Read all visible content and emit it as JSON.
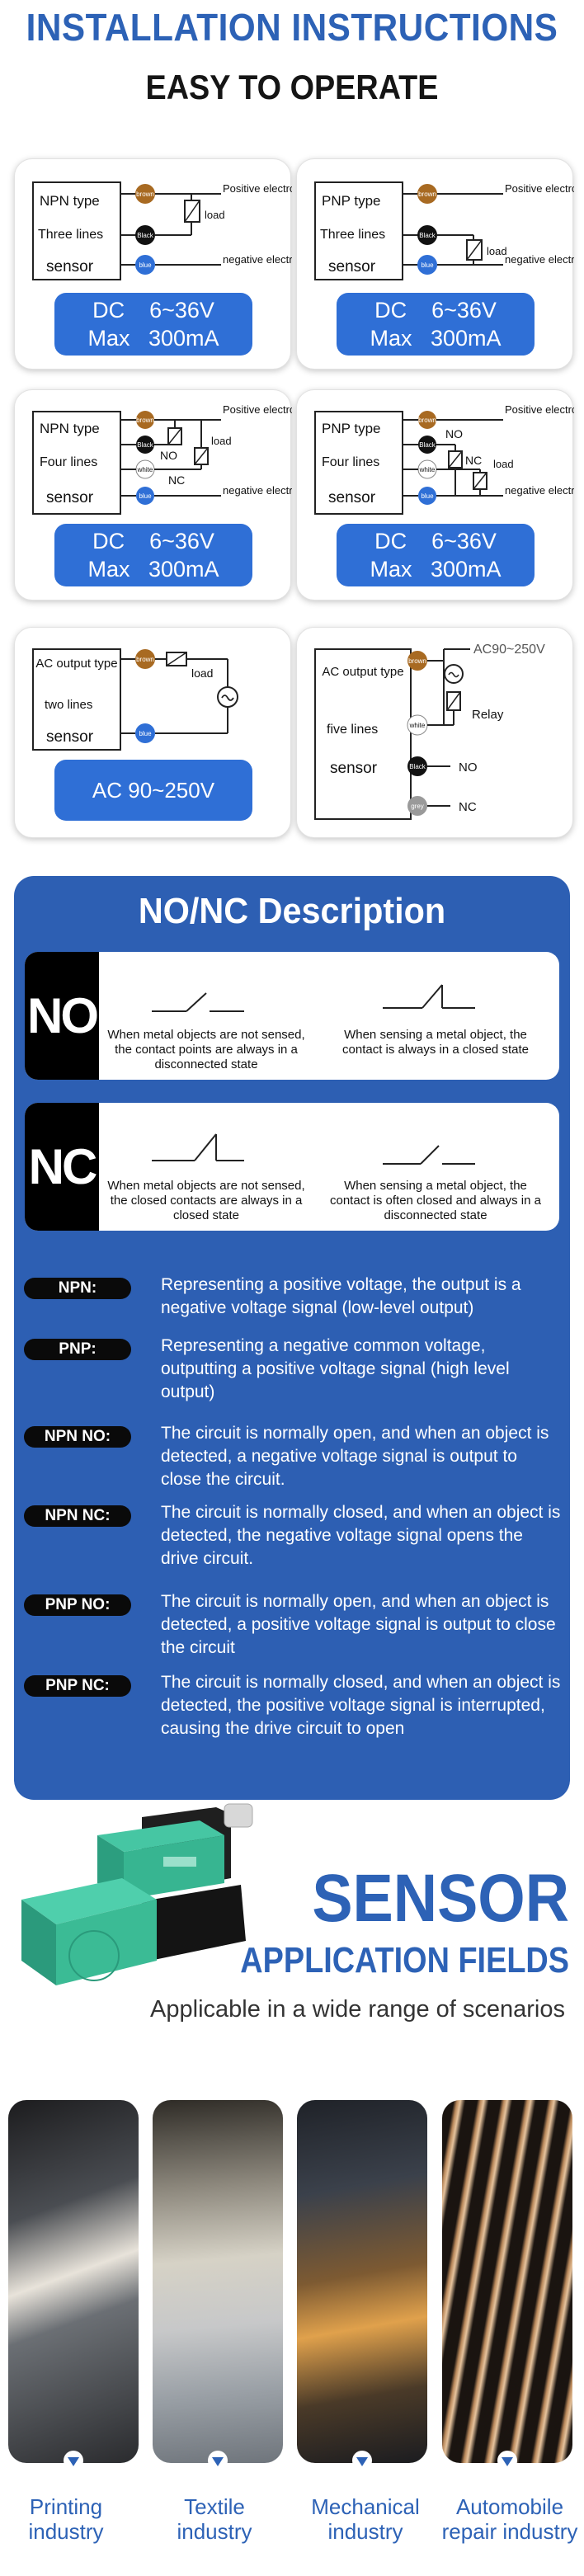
{
  "header": {
    "title": "INSTALLATION INSTRUCTIONS",
    "subtitle": "EASY TO OPERATE"
  },
  "wiring": {
    "wire_labels": {
      "brown": "brown",
      "black": "Black",
      "blue": "blue",
      "white": "white",
      "grey": "grey"
    },
    "cards": [
      {
        "type": "NPN type",
        "lines": "Three lines",
        "sensor": "sensor",
        "top_right": "Positive electrode",
        "bottom_right": "negative electrode",
        "load": "load",
        "spec1": "DC    6~36V",
        "spec2": "Max   300mA"
      },
      {
        "type": "PNP type",
        "lines": "Three lines",
        "sensor": "sensor",
        "top_right": "Positive electrode",
        "bottom_right": "negative electrode",
        "load": "load",
        "spec1": "DC    6~36V",
        "spec2": "Max   300mA"
      },
      {
        "type": "NPN type",
        "lines": "Four lines",
        "sensor": "sensor",
        "top_right": "Positive electrode",
        "bottom_right": "negative electrode",
        "load": "load",
        "no": "NO",
        "nc": "NC",
        "spec1": "DC    6~36V",
        "spec2": "Max   300mA"
      },
      {
        "type": "PNP type",
        "lines": "Four lines",
        "sensor": "sensor",
        "top_right": "Positive electrode",
        "bottom_right": "negative electrode",
        "load": "load",
        "no": "NO",
        "nc": "NC",
        "spec1": "DC    6~36V",
        "spec2": "Max   300mA"
      },
      {
        "type": "AC output type",
        "lines": "two lines",
        "sensor": "sensor",
        "load": "load",
        "spec": "AC 90~250V"
      },
      {
        "type": "AC output type",
        "lines": "five lines",
        "sensor": "sensor",
        "ac": "AC90~250V",
        "relay": "Relay",
        "no": "NO",
        "nc": "NC"
      }
    ]
  },
  "nonc": {
    "title": "NO/NC Description",
    "no_badge": "NO",
    "nc_badge": "NC",
    "no_left": "When metal objects are not sensed, the contact points are always in a disconnected state",
    "no_right": "When sensing a metal object, the contact is always in a closed state",
    "nc_left": "When metal objects are not sensed, the closed contacts are always in a closed state",
    "nc_right": "When sensing a metal object, the contact is often closed and always in a disconnected state",
    "defs": [
      {
        "label": "NPN:",
        "text": "Representing a positive voltage, the output is a negative voltage signal (low-level output)"
      },
      {
        "label": "PNP:",
        "text": "Representing a negative common voltage, outputting a positive voltage signal (high level output)"
      },
      {
        "label": "NPN NO:",
        "text": "The circuit is normally open, and when an object is detected, a negative voltage signal is output to close the circuit."
      },
      {
        "label": "NPN NC:",
        "text": "The circuit is normally closed, and when an object is detected, the negative voltage signal opens the drive circuit."
      },
      {
        "label": "PNP NO:",
        "text": " The circuit is normally open, and when an object is detected, a positive voltage signal is output to close the circuit"
      },
      {
        "label": "PNP NC:",
        "text": "The circuit is normally closed, and when an object is detected, the positive voltage signal is interrupted, causing the drive circuit to open"
      }
    ]
  },
  "applications": {
    "title": "SENSOR",
    "subtitle": "APPLICATION FIELDS",
    "note": "Applicable in a wide range of scenarios",
    "items": [
      {
        "label": "Printing industry"
      },
      {
        "label": "Textile industry"
      },
      {
        "label": "Mechanical industry"
      },
      {
        "label": "Automobile repair industry"
      }
    ]
  },
  "colors": {
    "accent_blue": "#2d62b6",
    "panel_blue": "#2d5fb3",
    "spec_blue": "#2f6fd6",
    "brown_wire": "#a86a22",
    "blue_wire": "#2f6fd6"
  }
}
